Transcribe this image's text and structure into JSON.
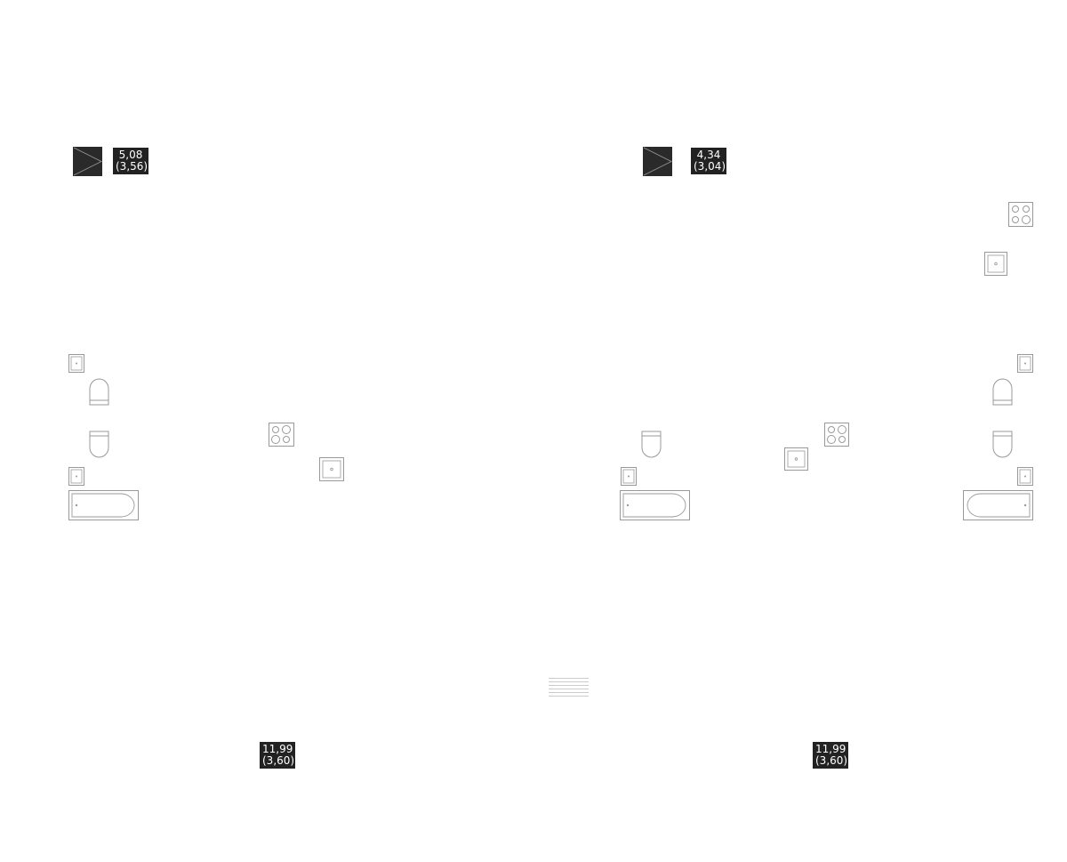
{
  "plan": {
    "units": [
      {
        "balcony_label": {
          "area": "5,08",
          "reduced_area": "(3,56)"
        },
        "room_label": {
          "area": "11,99",
          "reduced_area": "(3,60)"
        }
      },
      {
        "balcony_label": {
          "area": "4,34",
          "reduced_area": "(3,04)"
        },
        "room_label": {
          "area": "11,99",
          "reduced_area": "(3,60)"
        }
      }
    ]
  },
  "colors": {
    "label_bg": "#222222",
    "label_text": "#ffffff",
    "fixture_stroke": "#999999",
    "door_marker_fill": "#2a2a2a"
  },
  "icons": [
    "door-marker-icon",
    "stove-icon",
    "sink-icon",
    "washbasin-icon",
    "toilet-icon",
    "bathtub-icon",
    "radiator-icon"
  ]
}
